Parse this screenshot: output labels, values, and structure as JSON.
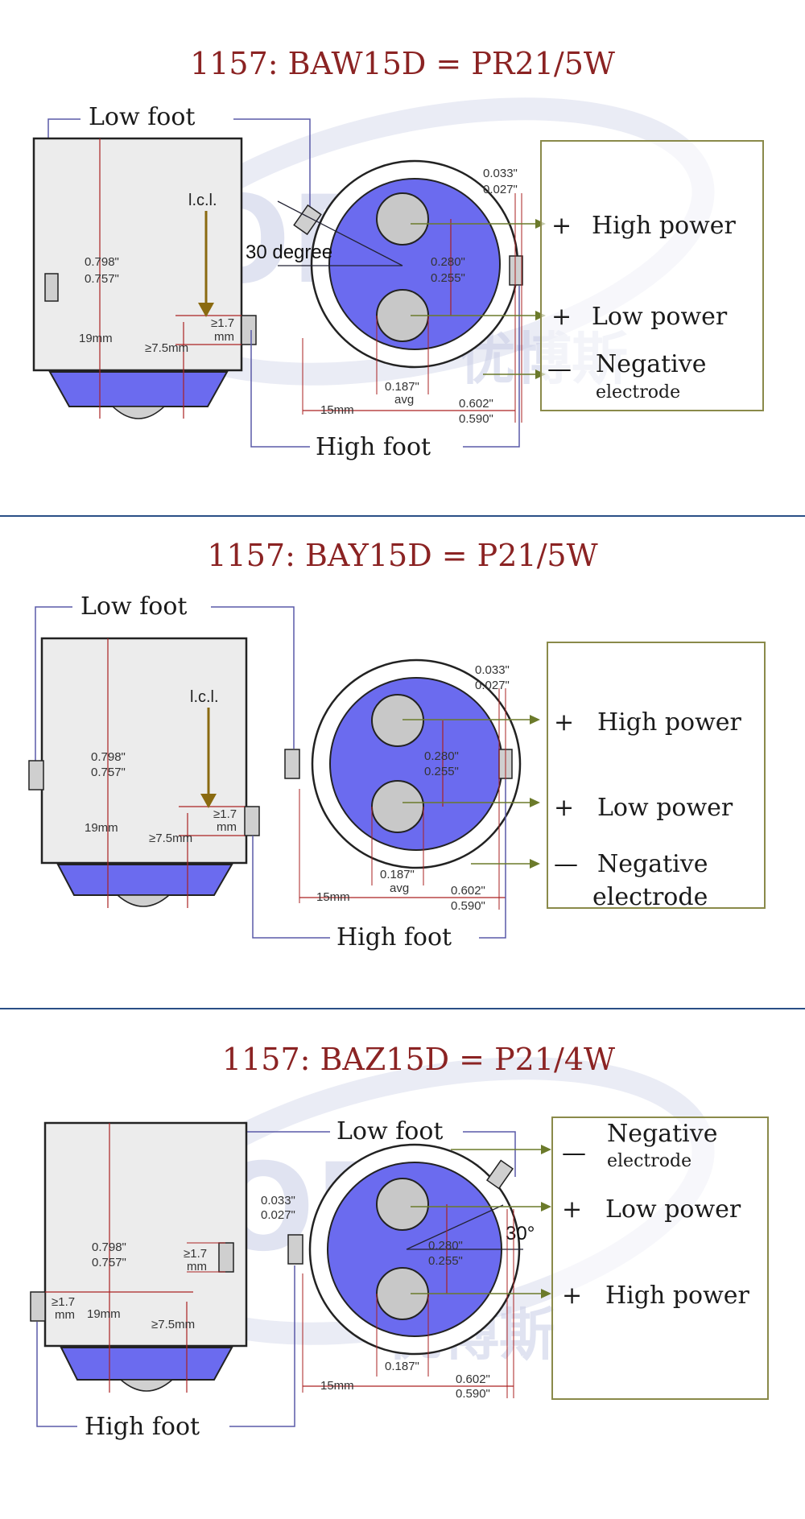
{
  "separator_color": "#2a4f86",
  "colors": {
    "title": "#8b2323",
    "base_blue": "#6b6bef",
    "pin": "#c8c8c8",
    "frame": "#8a8a4a",
    "wire": "#6b7a2a"
  },
  "panels": [
    {
      "title": "1157: BAW15D = PR21/5W",
      "low_foot": "Low foot",
      "high_foot": "High foot",
      "icl": "l.c.l.",
      "angle": "30 degree",
      "dim_top": "0.798\"",
      "dim_bot": "0.757\"",
      "dim_19": "19mm",
      "dim_75": "≥7.5mm",
      "dim_17a": "≥1.7",
      "dim_17b": "mm",
      "dim_033": "0.033\"",
      "dim_027": "0.027\"",
      "dim_280": "0.280\"",
      "dim_255": "0.255\"",
      "dim_187": "0.187\"",
      "dim_avg": "avg",
      "dim_15": "15mm",
      "dim_602": "0.602\"",
      "dim_590": "0.590\"",
      "labels": [
        {
          "sign": "+",
          "text": "High power"
        },
        {
          "sign": "+",
          "text": "Low power"
        },
        {
          "sign": "—",
          "text": "Negative",
          "sub": "electrode"
        }
      ]
    },
    {
      "title": "1157: BAY15D = P21/5W",
      "low_foot": "Low foot",
      "high_foot": "High foot",
      "icl": "l.c.l.",
      "dim_top": "0.798\"",
      "dim_bot": "0.757\"",
      "dim_19": "19mm",
      "dim_75": "≥7.5mm",
      "dim_17a": "≥1.7",
      "dim_17b": "mm",
      "dim_033": "0.033\"",
      "dim_027": "0.027\"",
      "dim_280": "0.280\"",
      "dim_255": "0.255\"",
      "dim_187": "0.187\"",
      "dim_avg": "avg",
      "dim_15": "15mm",
      "dim_602": "0.602\"",
      "dim_590": "0.590\"",
      "labels": [
        {
          "sign": "+",
          "text": "High power"
        },
        {
          "sign": "+",
          "text": "Low power"
        },
        {
          "sign": "—",
          "text": "Negative",
          "sub": "electrode"
        }
      ]
    },
    {
      "title": "1157: BAZ15D = P21/4W",
      "low_foot": "Low foot",
      "high_foot": "High foot",
      "angle": "30°",
      "dim_top": "0.798\"",
      "dim_bot": "0.757\"",
      "dim_19": "19mm",
      "dim_75": "≥7.5mm",
      "dim_17a": "≥1.7",
      "dim_17b": "mm",
      "dim_033": "0.033\"",
      "dim_027": "0.027\"",
      "dim_280": "0.280\"",
      "dim_255": "0.255\"",
      "dim_187": "0.187\"",
      "dim_15": "15mm",
      "dim_602": "0.602\"",
      "dim_590": "0.590\"",
      "labels": [
        {
          "sign": "—",
          "text": "Negative",
          "sub": "electrode"
        },
        {
          "sign": "+",
          "text": "Low power"
        },
        {
          "sign": "+",
          "text": "High power"
        }
      ]
    }
  ],
  "watermark": {
    "latin": "YOBS",
    "cjk": "优博斯"
  }
}
